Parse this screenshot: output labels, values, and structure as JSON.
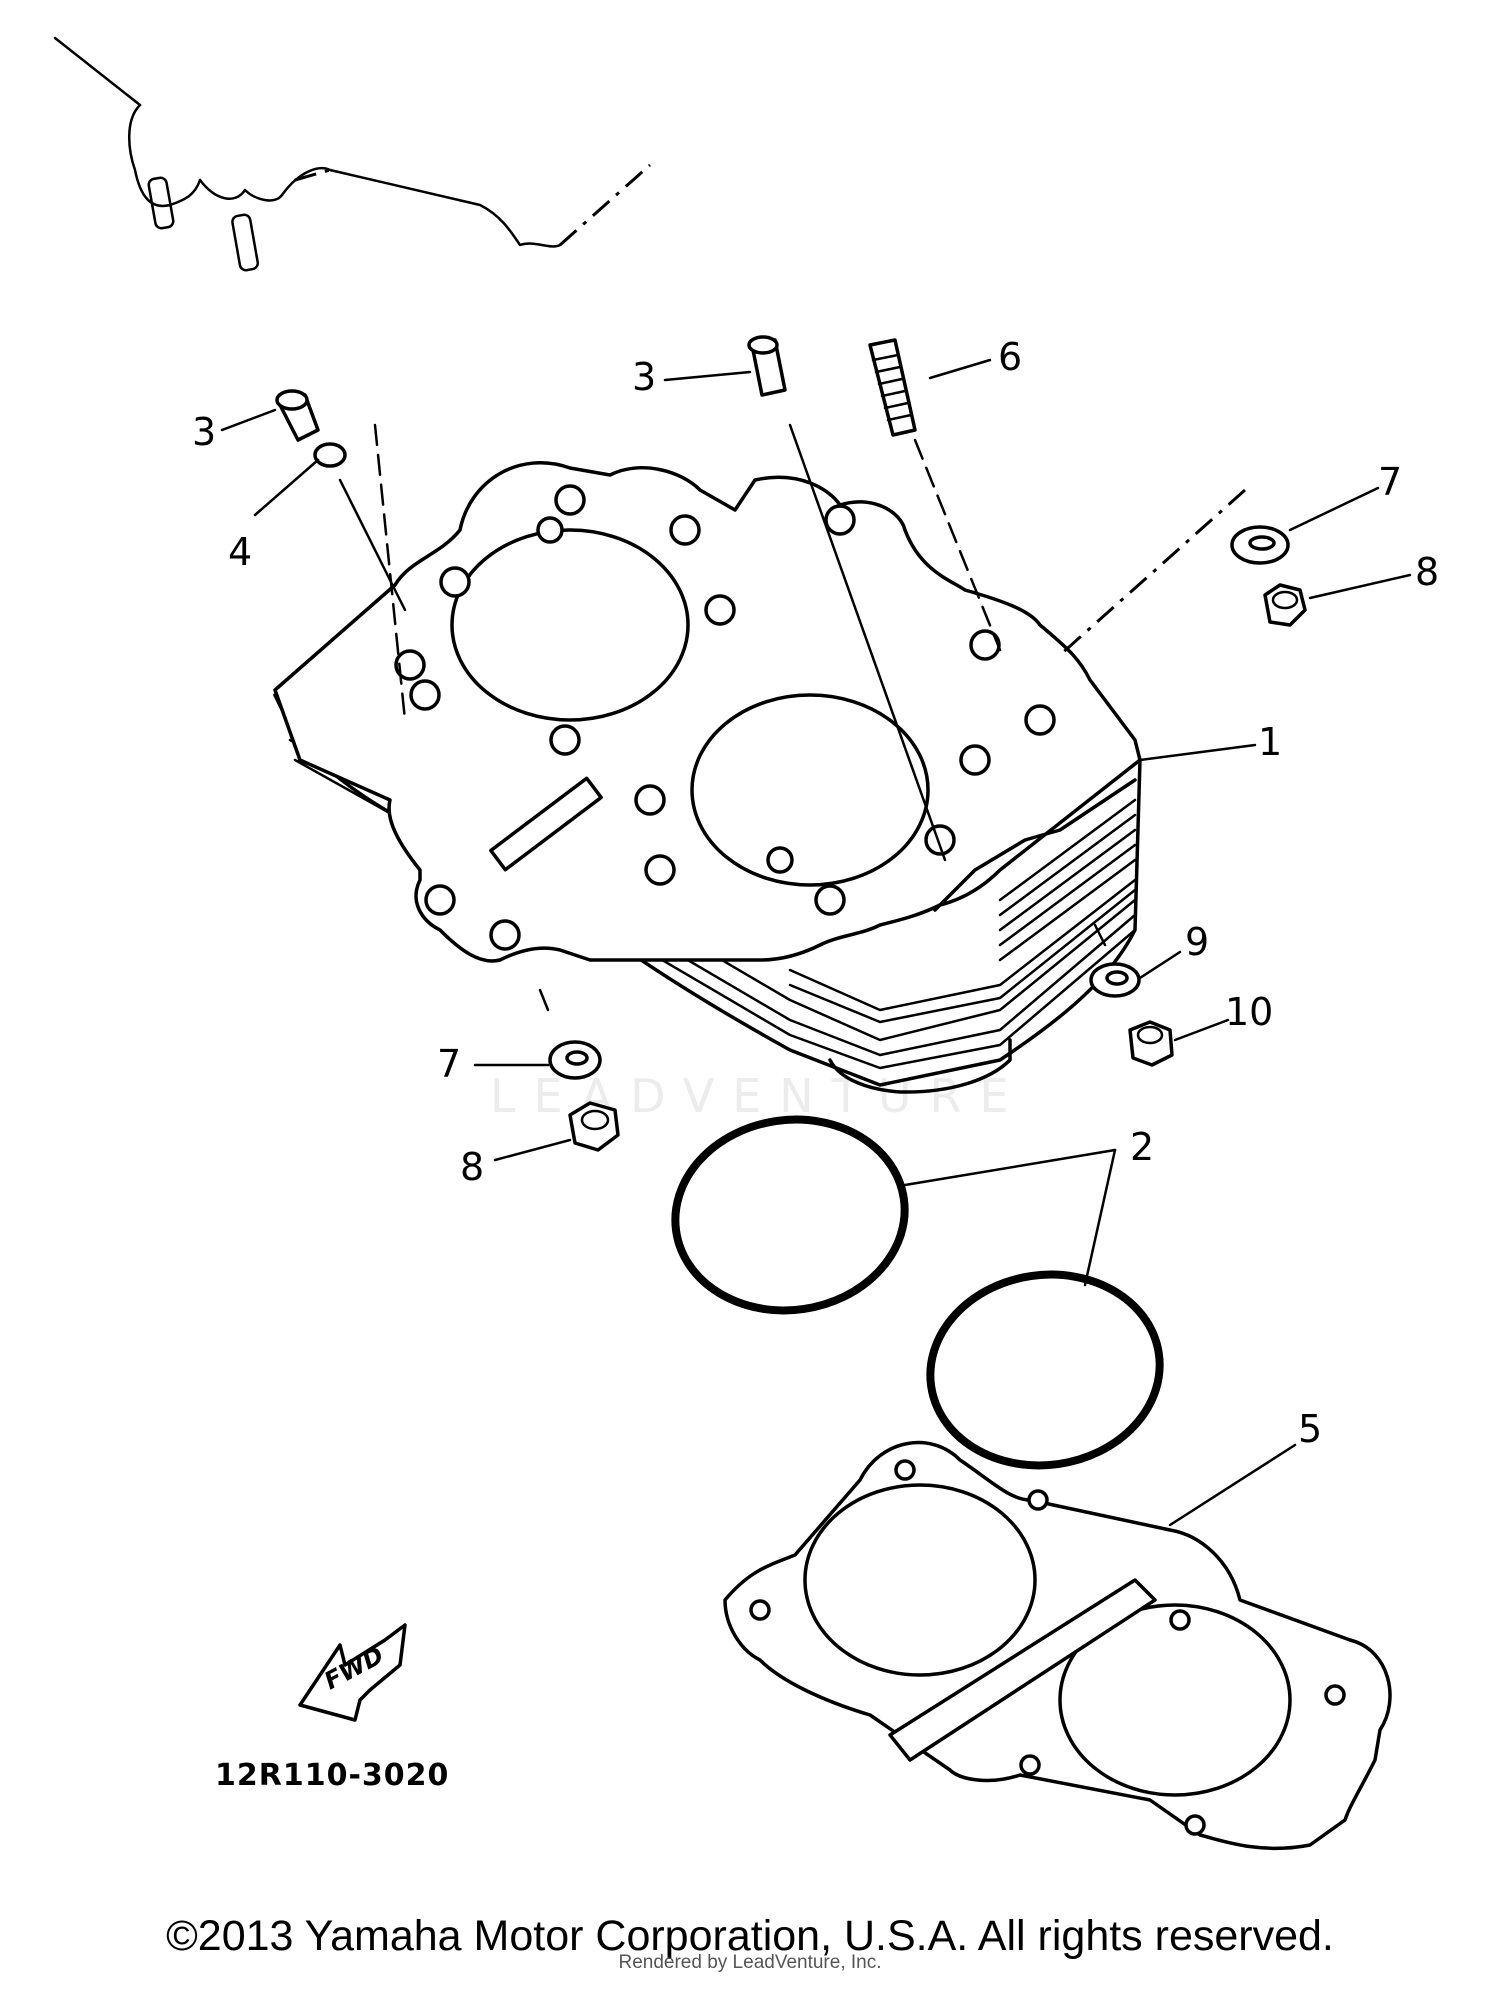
{
  "watermark": "LEADVENTURE",
  "diagram_code": "12R110-3020",
  "fwd_label": "FWD",
  "callouts": {
    "cylinder": "1",
    "o_rings": "2",
    "dowel_pin_left": "3",
    "dowel_pin_mid": "3",
    "o_ring_small": "4",
    "base_gasket": "5",
    "stud_bolt": "6",
    "washer_right": "7",
    "nut_right": "8",
    "washer_front": "7",
    "nut_front": "8",
    "plain_washer": "9",
    "cap_nut": "10"
  },
  "footer": {
    "copyright": "©2013 Yamaha Motor Corporation, U.S.A. All rights reserved.",
    "rendered_by": "Rendered by LeadVenture, Inc."
  }
}
